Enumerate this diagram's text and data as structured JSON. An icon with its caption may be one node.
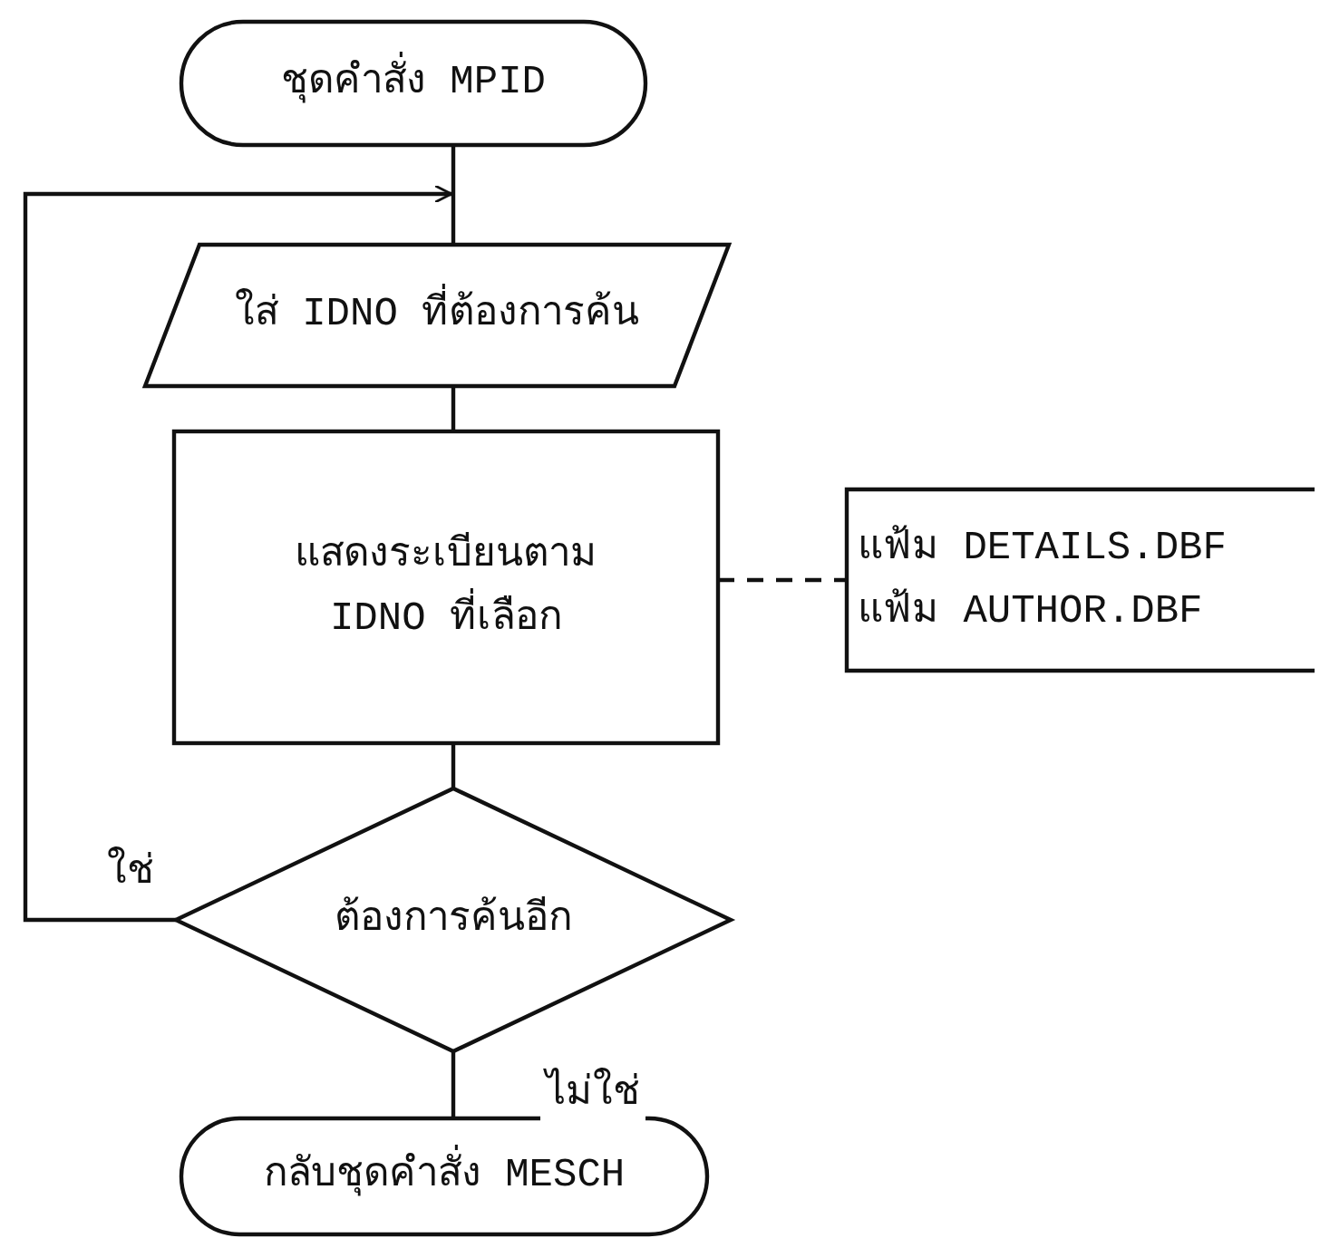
{
  "diagram": {
    "nodes": [
      {
        "text": [
          "ชุดคำสั่ง MPID"
        ]
      },
      {
        "text": [
          "ใส่ IDNO ที่ต้องการค้น"
        ]
      },
      {
        "text": [
          "แสดงระเบียนตาม IDNO ที่เลือก"
        ]
      },
      {
        "text": [
          "แฟ้ม DETAILS.DBF",
          "แฟ้ม AUTHOR.DBF"
        ]
      },
      {
        "text": [
          "ต้องการค้นอีก"
        ]
      },
      {
        "text": [
          "กลับชุดคำสั่ง MESCH"
        ]
      }
    ],
    "edges": [
      {
        "from": 0,
        "to": 1,
        "arrow": "none"
      },
      {
        "from": 1,
        "to": 2,
        "arrow": "none"
      },
      {
        "from": 2,
        "to": 3,
        "arrow": "none",
        "style": "dashed"
      },
      {
        "from": 2,
        "to": 4,
        "arrow": "none"
      },
      {
        "from": 4,
        "to": 1,
        "arrow": "to",
        "label": "ใช่"
      },
      {
        "from": 4,
        "to": 5,
        "arrow": "none",
        "label": "ไม่ใช่"
      }
    ]
  }
}
